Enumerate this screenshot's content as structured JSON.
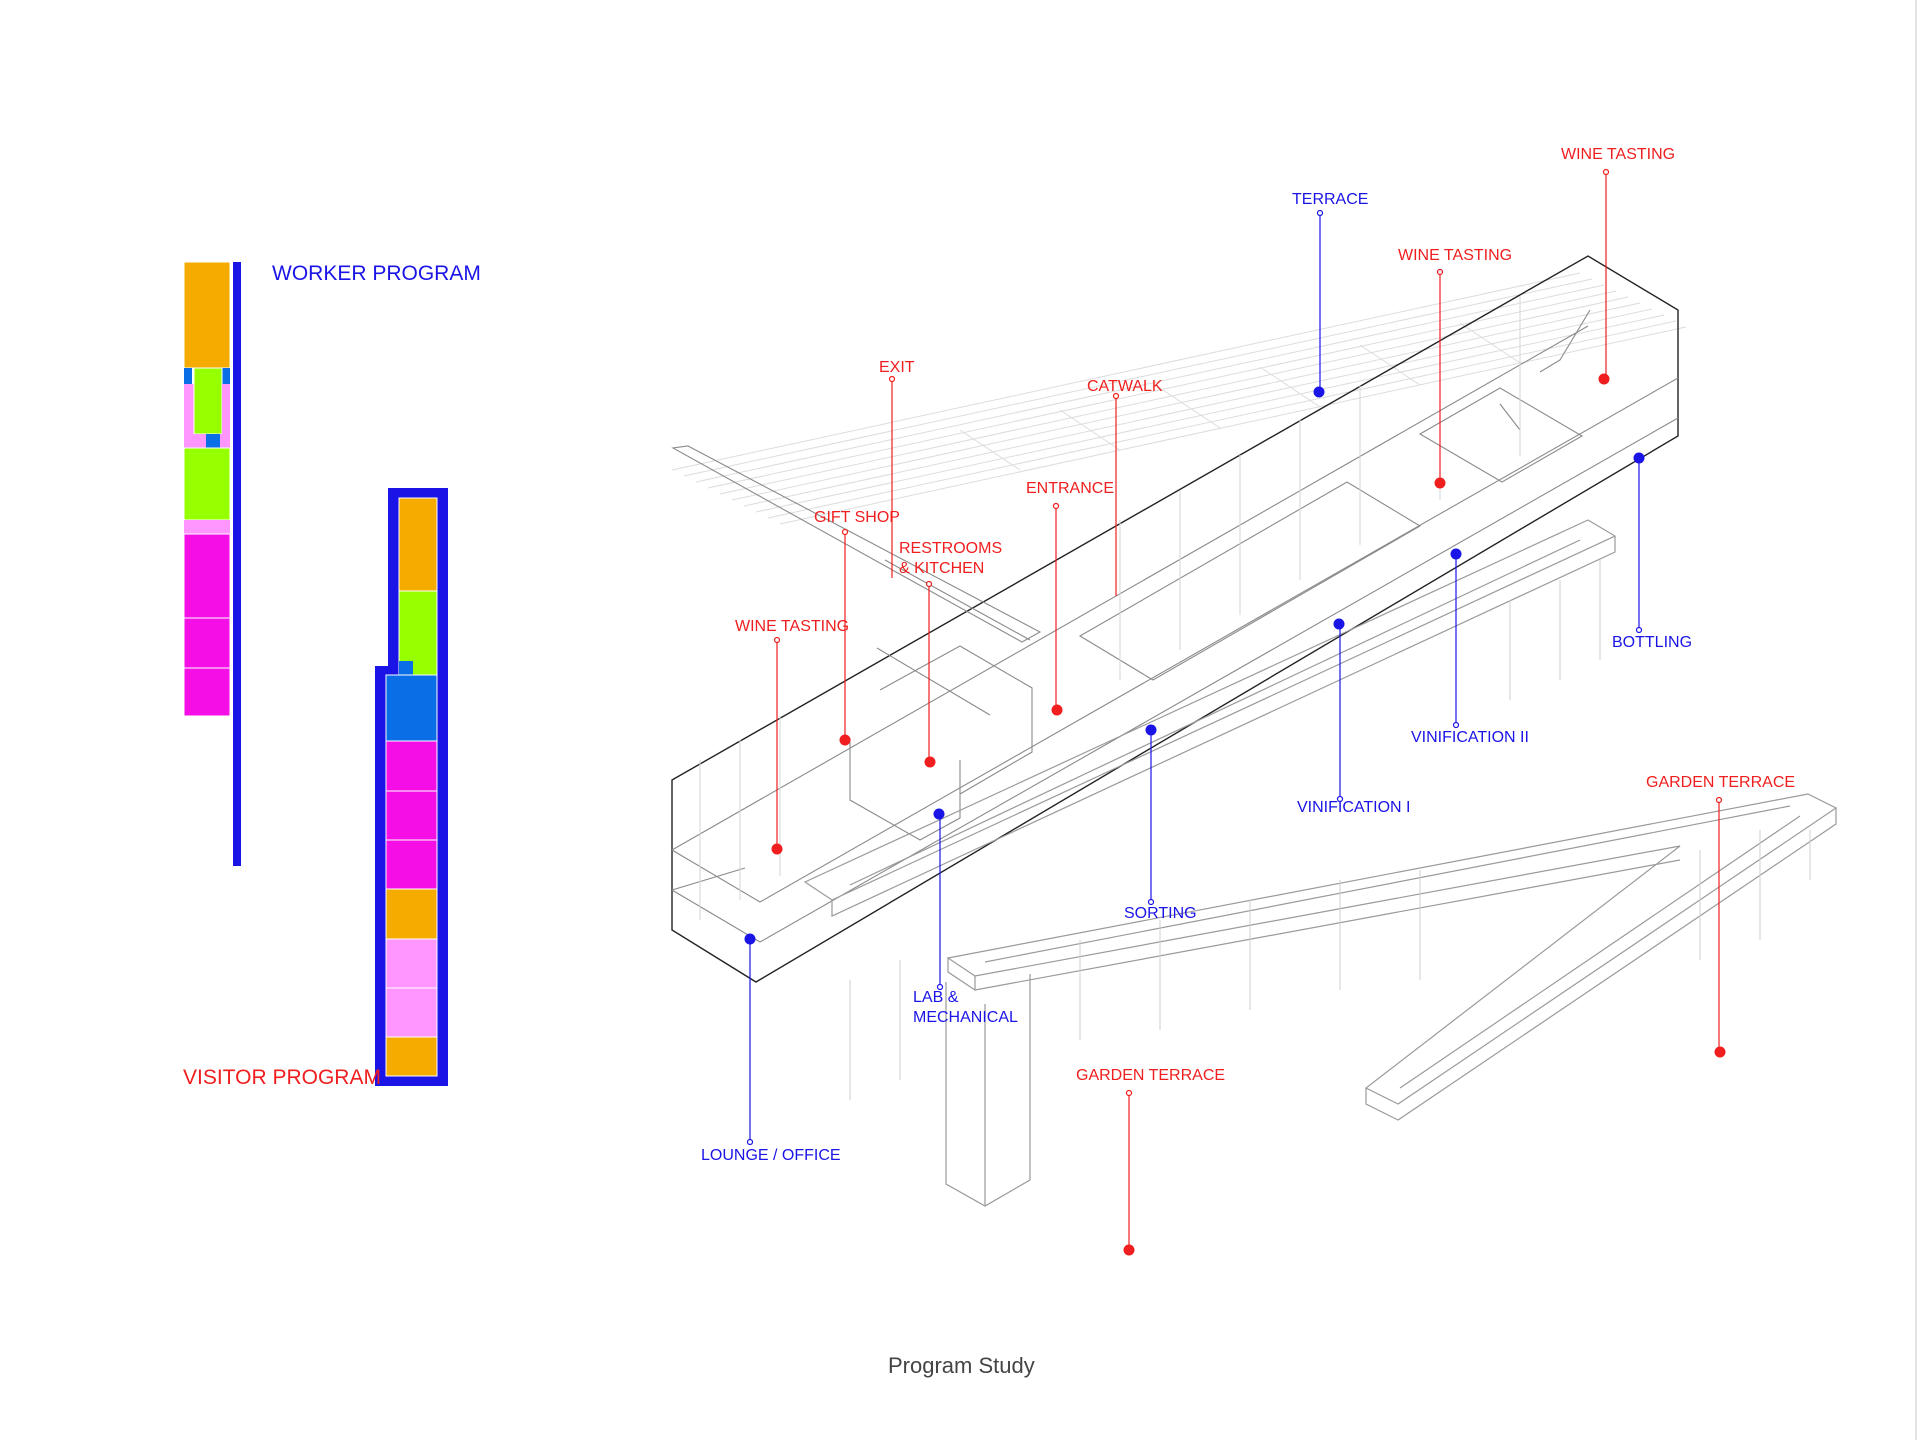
{
  "legend": {
    "worker_title": "WORKER PROGRAM",
    "visitor_title": "VISITOR PROGRAM"
  },
  "caption": "Program Study",
  "labels": {
    "terrace": "TERRACE",
    "wine_tasting_top": "WINE TASTING",
    "wine_tasting_mid": "WINE TASTING",
    "exit": "EXIT",
    "catwalk": "CATWALK",
    "entrance": "ENTRANCE",
    "gift_shop": "GIFT SHOP",
    "restrooms_1": "RESTROOMS",
    "restrooms_2": "& KITCHEN",
    "wine_tasting_left": "WINE TASTING",
    "bottling": "BOTTLING",
    "vinification_2": "VINIFICATION II",
    "vinification_1": "VINIFICATION I",
    "garden_terrace_right": "GARDEN TERRACE",
    "sorting": "SORTING",
    "lab_1": "LAB &",
    "lab_2": "MECHANICAL",
    "garden_terrace_low": "GARDEN TERRACE",
    "lounge": "LOUNGE / OFFICE"
  },
  "colors": {
    "worker": "#1a14e6",
    "visitor": "#f01e1e",
    "orange": "#f5ab00",
    "green": "#96ff00",
    "magenta": "#f50fe6",
    "pink": "#ff96ff",
    "light_blue": "#0a6ee6",
    "line": "#7a7a7a"
  }
}
